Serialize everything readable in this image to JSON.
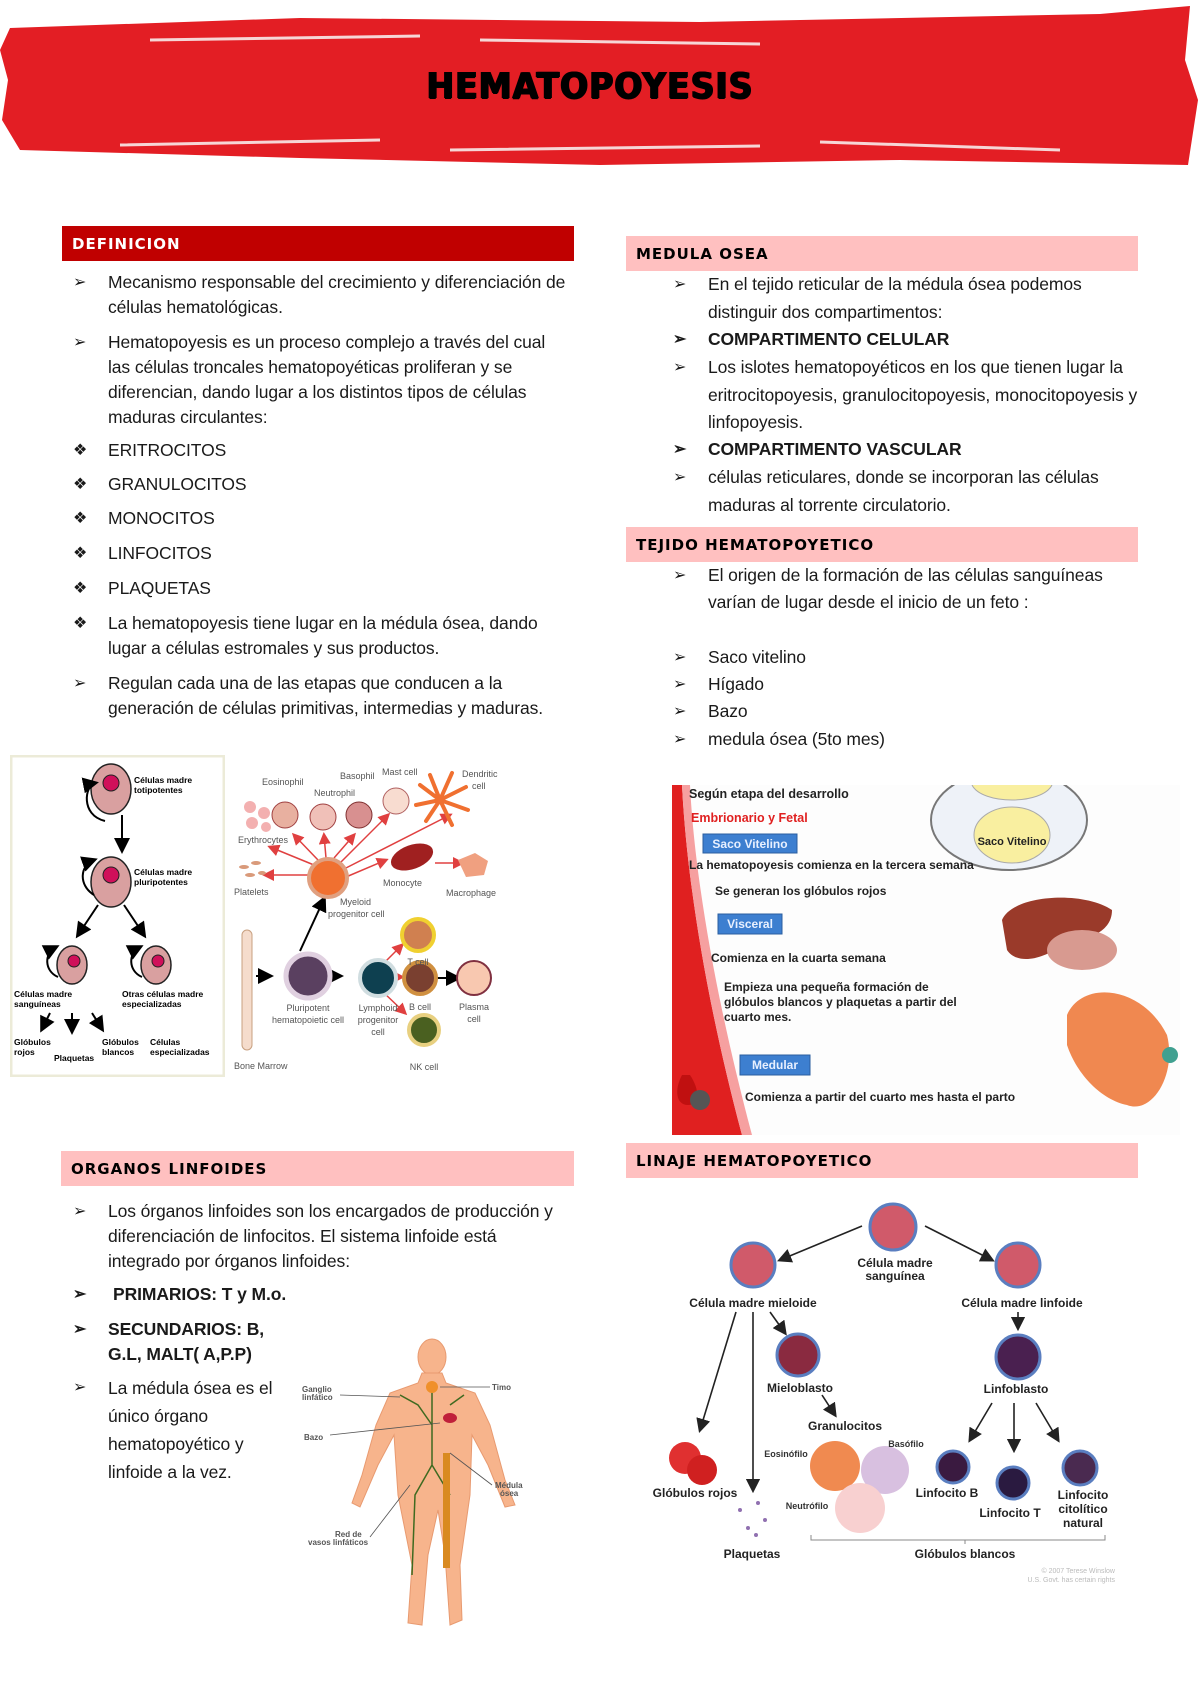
{
  "title": "HEMATOPOYESIS",
  "colors": {
    "banner_red": "#e31e24",
    "header_dark": "#c00000",
    "header_pink": "#ffc0c0"
  },
  "definicion": {
    "heading": "DEFINICION",
    "items": [
      {
        "marker": "arrow",
        "text": "Mecanismo responsable del crecimiento y diferenciación de células hematológicas."
      },
      {
        "marker": "arrow",
        "text": "Hematopoyesis es un proceso complejo a través del cual las células troncales hematopoyéticas proliferan y se diferencian, dando lugar a los distintos tipos de células maduras circulantes:"
      },
      {
        "marker": "diamond",
        "text": "ERITROCITOS"
      },
      {
        "marker": "diamond",
        "text": "GRANULOCITOS"
      },
      {
        "marker": "diamond",
        "text": "MONOCITOS"
      },
      {
        "marker": "diamond",
        "text": "LINFOCITOS"
      },
      {
        "marker": "diamond",
        "text": "PLAQUETAS"
      },
      {
        "marker": "diamond",
        "text": "La hematopoyesis tiene lugar en la médula ósea, dando lugar a células estromales y sus productos."
      },
      {
        "marker": "arrow",
        "text": "Regulan cada una de las etapas que conducen a la generación de células primitivas, intermedias y maduras."
      }
    ]
  },
  "figure_stem": {
    "labels": [
      "Células madre totipotentes",
      "Células madre pluripotentes",
      "Células madre sanguíneas",
      "Otras células madre especializadas",
      "Glóbulos rojos",
      "Plaquetas",
      "Glóbulos blancos",
      "Células especializadas"
    ]
  },
  "figure_cells": {
    "erythrocytes": "Erythrocytes",
    "eosinophil": "Eosinophil",
    "neutrophil": "Neutrophil",
    "basophil": "Basophil",
    "mast": "Mast cell",
    "dendritic1": "Dendritic",
    "dendritic2": "cell",
    "platelets": "Platelets",
    "myeloid1": "Myeloid",
    "myeloid2": "progenitor cell",
    "monocyte": "Monocyte",
    "macrophage": "Macrophage",
    "bone": "Bone Marrow",
    "pluri1": "Pluripotent",
    "pluri2": "hematopoietic cell",
    "lymph1": "Lymphoid",
    "lymph2": "progenitor",
    "lymph3": "cell",
    "tcell": "T cell",
    "bcell": "B cell",
    "plasma1": "Plasma",
    "plasma2": "cell",
    "nk": "NK cell"
  },
  "organos": {
    "heading": "ORGANOS LINFOIDES",
    "items": [
      {
        "text": "Los órganos linfoides son los encargados de producción y diferenciación de linfocitos. El sistema linfoide está integrado por órganos linfoides:",
        "bold": false
      },
      {
        "text": "PRIMARIOS: T y M.o.",
        "bold": true
      },
      {
        "text": "SECUNDARIOS: B, G.L, MALT( A,P.P)",
        "bold": true
      },
      {
        "text": "La médula ósea es el único órgano hematopoyético y linfoide a la vez.",
        "bold": false
      }
    ],
    "body_labels": {
      "ganglio1": "Ganglio",
      "ganglio2": "linfático",
      "timo": "Timo",
      "bazo": "Bazo",
      "medula1": "Médula",
      "medula2": "ósea",
      "red1": "Red de",
      "red2": "vasos linfáticos"
    }
  },
  "medula": {
    "heading": "MEDULA OSEA",
    "items": [
      {
        "text": "En el tejido reticular de la médula ósea podemos distinguir dos compartimentos:",
        "bold": false
      },
      {
        "text": "COMPARTIMENTO CELULAR",
        "bold": true
      },
      {
        "text": "Los islotes hematopoyéticos en los que tienen lugar la eritrocitopoyesis, granulocitopoyesis, monocitopoyesis y linfopoyesis.",
        "bold": false
      },
      {
        "text": "COMPARTIMENTO VASCULAR",
        "bold": true
      },
      {
        "text": "células reticulares, donde se incorporan las células maduras al torrente circulatorio.",
        "bold": false
      }
    ]
  },
  "tejido": {
    "heading": "TEJIDO HEMATOPOYETICO",
    "items": [
      {
        "text": "El origen de la formación de las células sanguíneas varían de lugar desde el inicio de un feto :"
      },
      {
        "text": "Saco vitelino"
      },
      {
        "text": "Hígado"
      },
      {
        "text": "Bazo"
      },
      {
        "text": "medula ósea (5to mes)"
      }
    ]
  },
  "ontogeny": {
    "heading": "Según etapa del desarrollo",
    "subheading": "Embrionario y Fetal",
    "btn_saco": "Saco Vitelino",
    "saco_text": "La hematopoyesis comienza en la tercera semana",
    "saco_sub": "Se generan los glóbulos rojos",
    "btn_visceral": "Visceral",
    "visceral_text": "Comienza en la cuarta semana",
    "visceral_sub1": "Empieza una pequeña formación de",
    "visceral_sub2": "glóbulos blancos y plaquetas a partir del",
    "visceral_sub3": "cuarto mes.",
    "btn_medular": "Medular",
    "medular_text": "Comienza a partir del cuarto mes hasta el parto",
    "yolk_label": "Saco Vitelino"
  },
  "linaje": {
    "heading": "LINAJE HEMATOPOYETICO",
    "stem1": "Célula madre",
    "stem2": "sanguínea",
    "myeloid": "Célula madre mieloide",
    "lymphoid": "Célula madre linfoide",
    "mieloblasto": "Mieloblasto",
    "linfoblasto": "Linfoblasto",
    "granulocitos": "Granulocitos",
    "eosinofilo": "Eosinófilo",
    "basofilo": "Basófilo",
    "neutrofilo": "Neutrófilo",
    "rojos": "Glóbulos rojos",
    "plaquetas": "Plaquetas",
    "linfB": "Linfocito B",
    "linfT": "Linfocito T",
    "nk1": "Linfocito",
    "nk2": "citolítico",
    "nk3": "natural",
    "blancos": "Glóbulos blancos",
    "copy1": "© 2007 Terese Winslow",
    "copy2": "U.S. Govt. has certain rights"
  }
}
